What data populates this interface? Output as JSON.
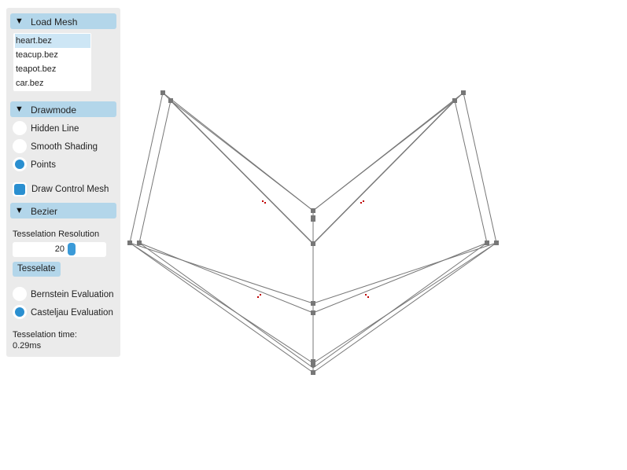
{
  "colors": {
    "accent": "#2a8fd0",
    "header": "#b3d6ea",
    "panel": "#ebebeb",
    "points": "#c00000"
  },
  "load_mesh": {
    "title": "Load Mesh",
    "toggle_icon": "triangle-down-icon",
    "files": [
      {
        "label": "heart.bez",
        "selected": true
      },
      {
        "label": "teacup.bez",
        "selected": false
      },
      {
        "label": "teapot.bez",
        "selected": false
      },
      {
        "label": "car.bez",
        "selected": false
      }
    ]
  },
  "drawmode": {
    "title": "Drawmode",
    "toggle_icon": "triangle-down-icon",
    "options": [
      {
        "label": "Hidden Line",
        "selected": false
      },
      {
        "label": "Smooth Shading",
        "selected": false
      },
      {
        "label": "Points",
        "selected": true
      }
    ],
    "draw_control_mesh": {
      "label": "Draw Control Mesh",
      "checked": true
    }
  },
  "bezier": {
    "title": "Bezier",
    "toggle_icon": "triangle-down-icon",
    "resolution_label": "Tesselation Resolution",
    "resolution_value": "20",
    "tesselate_button": "Tesselate",
    "evaluation": [
      {
        "label": "Bernstein Evaluation",
        "selected": false
      },
      {
        "label": "Casteljau Evaluation",
        "selected": true
      }
    ],
    "time_label": "Tesselation time:",
    "time_value": "0.29ms"
  }
}
